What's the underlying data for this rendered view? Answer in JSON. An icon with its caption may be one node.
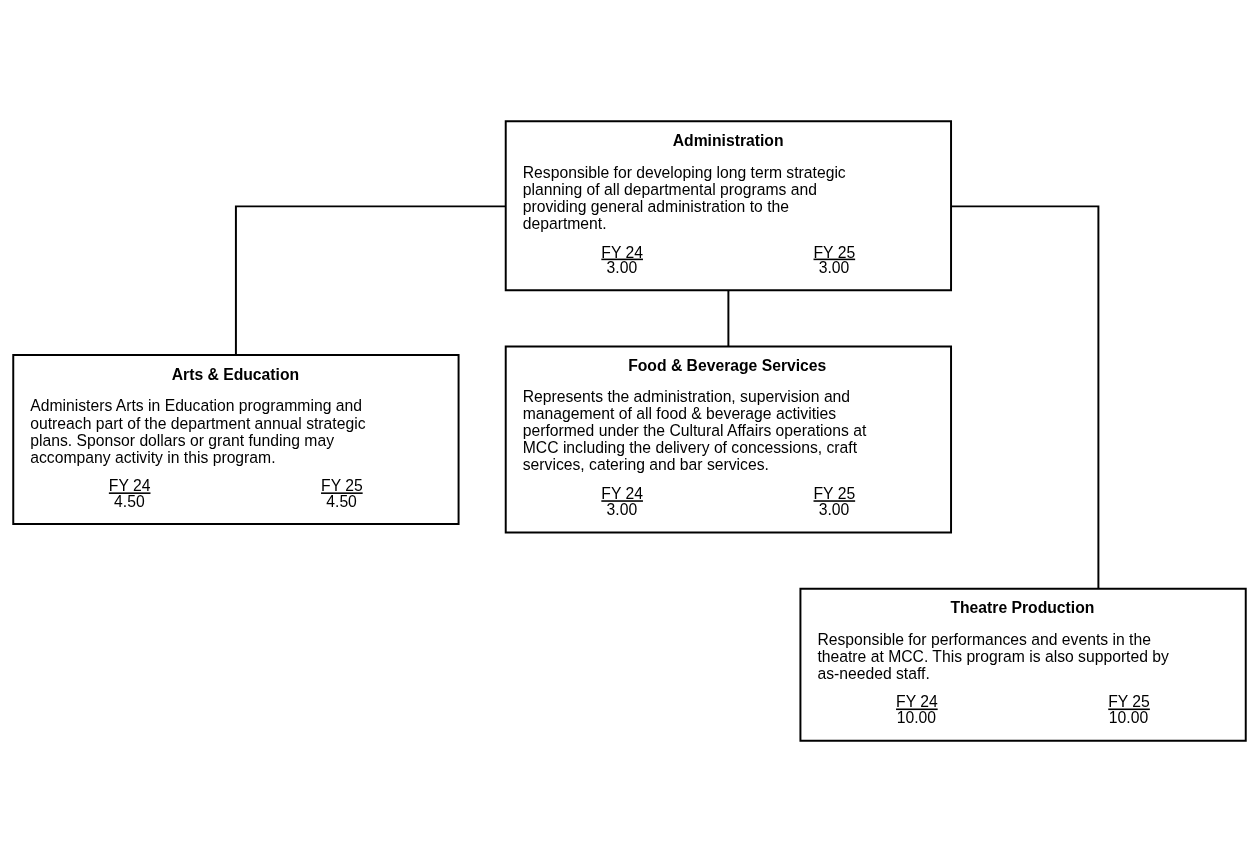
{
  "diagram": {
    "nodes": [
      {
        "text": [
          "Administration",
          "Responsible for developing long term strategic planning of all departmental programs and providing general administration to the department.",
          "FY 24",
          "3.00",
          "FY 25",
          "3.00"
        ]
      },
      {
        "text": [
          "Arts & Education",
          "Administers Arts in Education programming and outreach part of the department annual strategic plans. Sponsor dollars or grant funding may accompany activity in this program.",
          "FY 24",
          "4.50",
          "FY 25",
          "4.50"
        ]
      },
      {
        "text": [
          "Food & Beverage Services",
          "Represents the administration, supervision and management of all food & beverage activities performed under the Cultural Affairs operations at MCC including the delivery of concessions, craft services, catering and bar services.",
          "FY 24",
          "3.00",
          "FY 25",
          "3.00"
        ]
      },
      {
        "text": [
          "Theatre Production",
          "Responsible for performances and events in the theatre at MCC. This program is also supported by as-needed staff.",
          "FY 24",
          "10.00",
          "FY 25",
          "10.00"
        ]
      }
    ],
    "edges": [
      {
        "from": 0,
        "to": 1,
        "arrow": "none"
      },
      {
        "from": 0,
        "to": 2,
        "arrow": "none"
      },
      {
        "from": 0,
        "to": 3,
        "arrow": "none"
      }
    ]
  }
}
